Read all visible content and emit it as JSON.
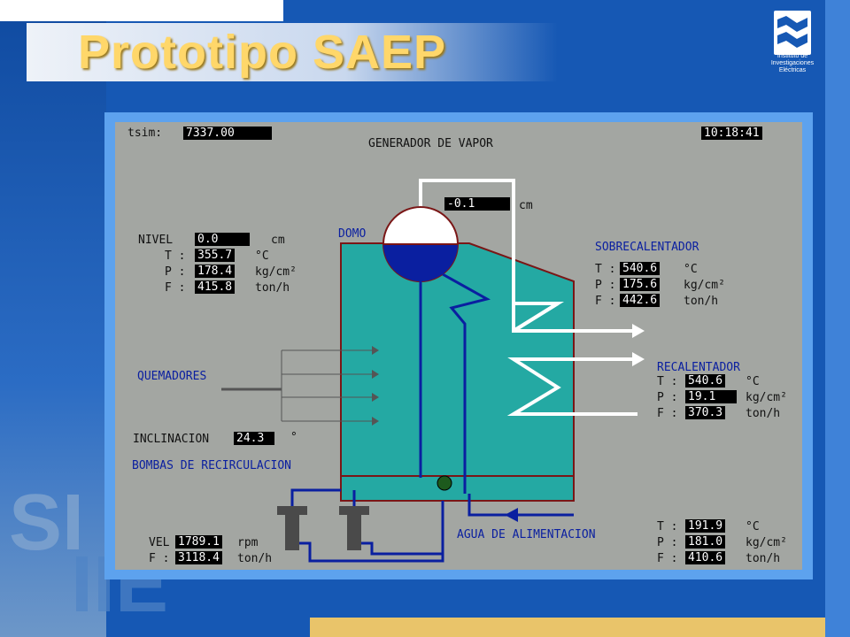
{
  "slide": {
    "title": "Prototipo SAEP",
    "logo_text": [
      "Instituto de",
      "Investigaciones",
      "Eléctricas"
    ],
    "decor_text": [
      "SI",
      "IIE"
    ]
  },
  "screen": {
    "tsim_label": "tsim:",
    "tsim_value": "7337.00",
    "clock": "10:18:41",
    "title": "GENERADOR DE VAPOR",
    "level_display": {
      "value": "-0.1",
      "unit": "cm"
    },
    "domo_label": "DOMO",
    "nivel": {
      "label": "NIVEL",
      "value": "0.0",
      "unit": "cm"
    },
    "domo_readings": [
      {
        "label": "T :",
        "value": "355.7",
        "unit": "°C"
      },
      {
        "label": "P :",
        "value": "178.4",
        "unit": "kg/cm²"
      },
      {
        "label": "F :",
        "value": "415.8",
        "unit": "ton/h"
      }
    ],
    "sobrecalentador": {
      "title": "SOBRECALENTADOR",
      "readings": [
        {
          "label": "T :",
          "value": "540.6",
          "unit": "°C"
        },
        {
          "label": "P :",
          "value": "175.6",
          "unit": "kg/cm²"
        },
        {
          "label": "F :",
          "value": "442.6",
          "unit": "ton/h"
        }
      ]
    },
    "recalentador": {
      "title": "RECALENTADOR",
      "readings": [
        {
          "label": "T :",
          "value": "540.6",
          "unit": "°C"
        },
        {
          "label": "P :",
          "value": "19.1",
          "unit": "kg/cm²"
        },
        {
          "label": "F :",
          "value": "370.3",
          "unit": "ton/h"
        }
      ]
    },
    "quemadores_label": "QUEMADORES",
    "inclinacion": {
      "label": "INCLINACION",
      "value": "24.3",
      "unit": "°"
    },
    "bombas_label": "BOMBAS DE RECIRCULACION",
    "bombas": [
      {
        "label": "VEL",
        "value": "1789.1",
        "unit": "rpm"
      },
      {
        "label": "F :",
        "value": "3118.4",
        "unit": "ton/h"
      }
    ],
    "agua_label": "AGUA DE ALIMENTACION",
    "agua_readings": [
      {
        "label": "T :",
        "value": "191.9",
        "unit": "°C"
      },
      {
        "label": "P :",
        "value": "181.0",
        "unit": "kg/cm²"
      },
      {
        "label": "F :",
        "value": "410.6",
        "unit": "ton/h"
      }
    ]
  },
  "colors": {
    "slide_background": "#1658b4",
    "screen_background": "#a3a6a2",
    "boiler": "#24a9a3",
    "water": "#0a1fa0",
    "steam_lines": "#ffffff",
    "title": "#ffd76a"
  }
}
